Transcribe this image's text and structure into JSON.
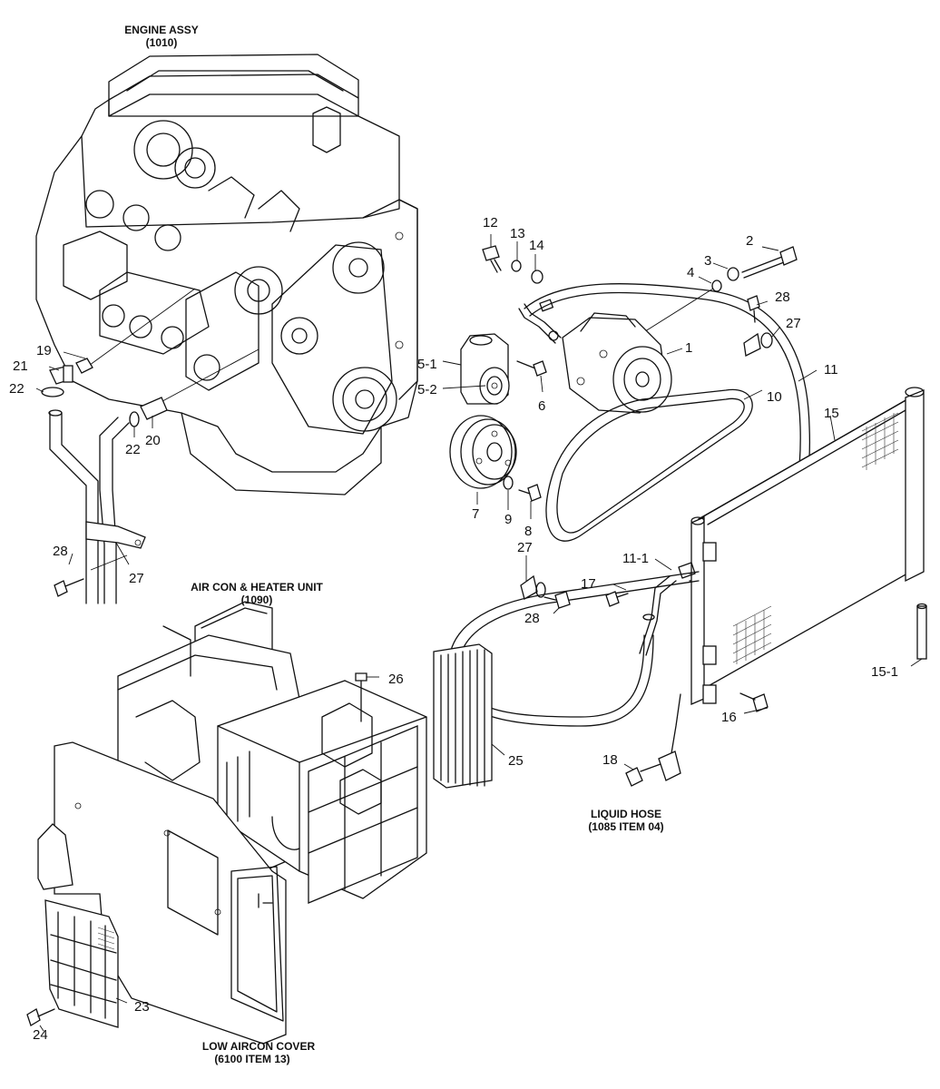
{
  "captions": {
    "engine_assy": [
      "ENGINE ASSY",
      "(1010)"
    ],
    "aircon_heater_unit": [
      "AIR CON & HEATER UNIT",
      "(1090)"
    ],
    "liquid_hose": [
      "LIQUID HOSE",
      "(1085 ITEM 04)"
    ],
    "low_aircon_cover": [
      "LOW AIRCON COVER",
      "(6100 ITEM 13)"
    ]
  },
  "callouts": {
    "c1": "1",
    "c2": "2",
    "c3": "3",
    "c4": "4",
    "c5_1": "5-1",
    "c5_2": "5-2",
    "c6": "6",
    "c7": "7",
    "c8": "8",
    "c9": "9",
    "c10": "10",
    "c11": "11",
    "c11_1": "11-1",
    "c12": "12",
    "c13": "13",
    "c14": "14",
    "c15": "15",
    "c15_1": "15-1",
    "c16": "16",
    "c17": "17",
    "c18": "18",
    "c19": "19",
    "c20": "20",
    "c21": "21",
    "c22a": "22",
    "c22b": "22",
    "c23": "23",
    "c24": "24",
    "c25": "25",
    "c26": "26",
    "c27a": "27",
    "c27b": "27",
    "c27c": "27",
    "c28a": "28",
    "c28b": "28",
    "c28c": "28"
  },
  "colors": {
    "line": "#111111",
    "background": "#ffffff"
  }
}
